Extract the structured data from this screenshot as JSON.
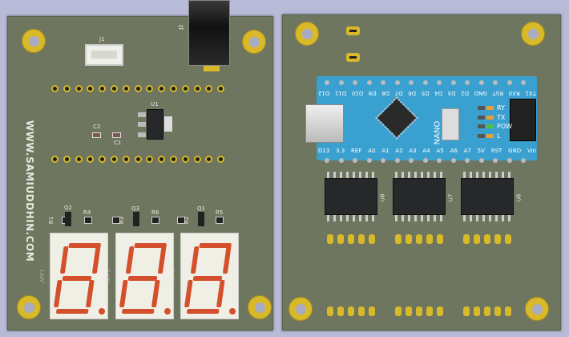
{
  "left_board": {
    "website_text": "WWW.SAMIUDDHIN.COM",
    "labels": {
      "j1": "J1",
      "j2": "J2",
      "u1": "U1",
      "c1": "C1",
      "c2": "C2",
      "q1": "Q1",
      "q2": "Q2",
      "q3": "Q3",
      "r1": "R1",
      "r2": "R2",
      "r3": "R3",
      "r4": "R4",
      "r5": "R5",
      "r6": "R6",
      "aff1": "AFF1",
      "aff2": "AFF2",
      "aff3": "AFF3"
    },
    "display_digits": [
      "8.",
      "8.",
      "8."
    ],
    "segment_color": "#d4502c"
  },
  "right_board": {
    "nano_label": "NANO",
    "nano_color": "#3aa0d0",
    "top_pins": "TX1 RX0 RST GND D2 D3 D4 D5 D6 D7 D8 D9 D10 D11 D12",
    "bottom_pins": "D13 3.3 REF A0 A1 A2 A3 A4 A5 A6 A7 5V RST GND Vin",
    "leds": [
      {
        "label": "RY",
        "color": "#e8a030"
      },
      {
        "label": "TX",
        "color": "#e8a030"
      },
      {
        "label": "POW",
        "color": "#50c040"
      },
      {
        "label": "L",
        "color": "#e8a030"
      }
    ],
    "ics": [
      "U8",
      "U7",
      "U6"
    ]
  }
}
